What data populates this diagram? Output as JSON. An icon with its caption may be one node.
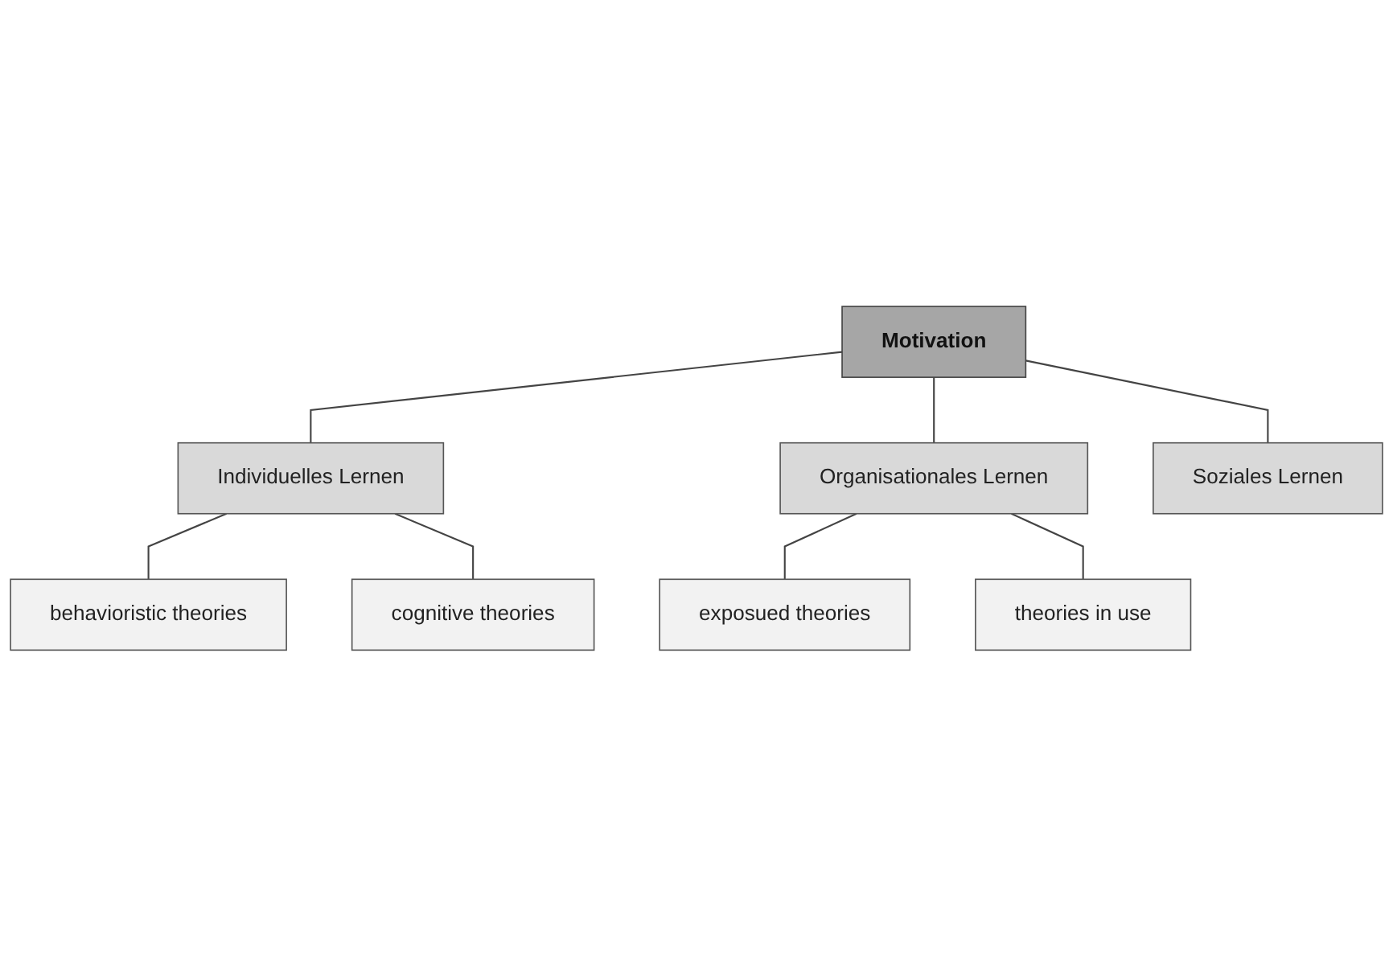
{
  "diagram": {
    "nodes": [
      {
        "text": [
          "behavioristic theories"
        ]
      },
      {
        "text": [
          "cognitive theories"
        ]
      },
      {
        "text": [
          "Individuelles Lernen"
        ]
      },
      {
        "text": [
          "exposued theories"
        ]
      },
      {
        "text": [
          "Motivation"
        ]
      },
      {
        "text": [
          "Organisationales Lernen"
        ]
      },
      {
        "text": [
          "Soziales Lernen"
        ]
      },
      {
        "text": [
          "theories in use"
        ]
      }
    ],
    "edges": [
      {
        "from": 2,
        "to": 0,
        "arrow": "none"
      },
      {
        "from": 2,
        "to": 1,
        "arrow": "none"
      },
      {
        "from": 4,
        "to": 2,
        "arrow": "none"
      },
      {
        "from": 4,
        "to": 5,
        "arrow": "none"
      },
      {
        "from": 4,
        "to": 6,
        "arrow": "none"
      },
      {
        "from": 5,
        "to": 3,
        "arrow": "none"
      },
      {
        "from": 5,
        "to": 7,
        "arrow": "none"
      }
    ]
  }
}
